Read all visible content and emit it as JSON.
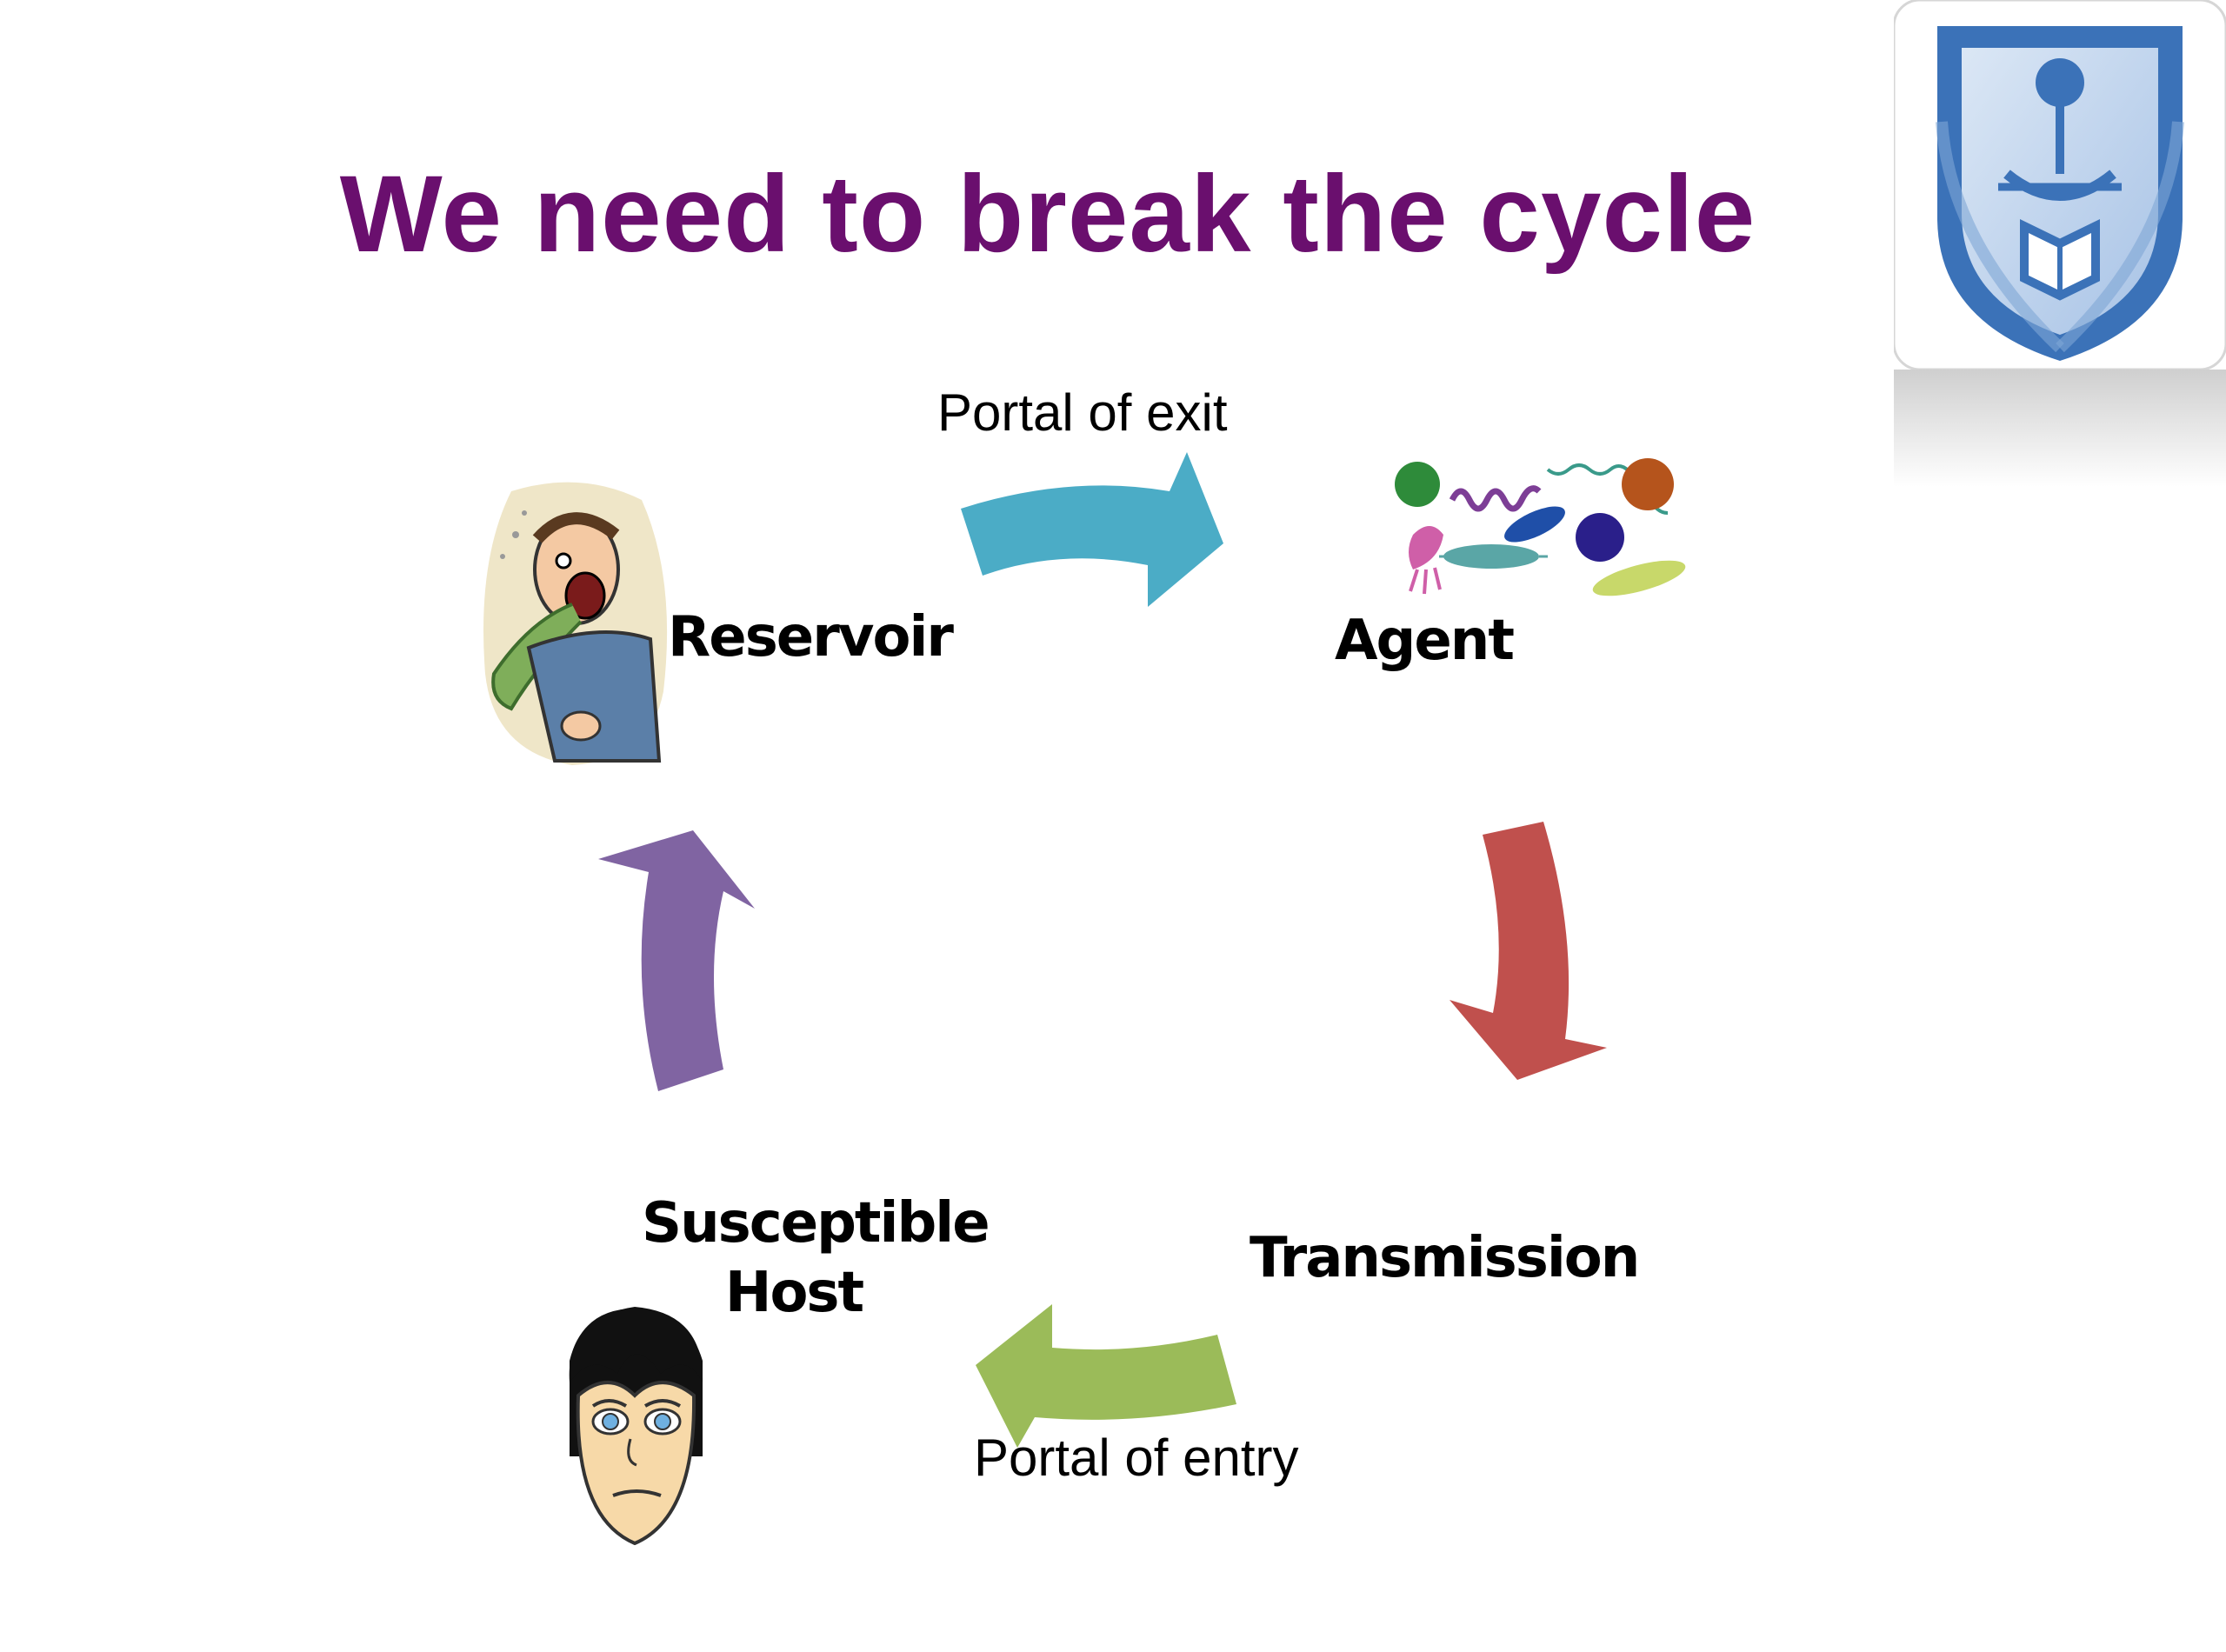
{
  "slide": {
    "title": "We need to break the cycle"
  },
  "cycle": {
    "nodes": {
      "reservoir": "Reservoir",
      "agent": "Agent",
      "transmission": "Transmission",
      "susceptible_host_line1": "Susceptible",
      "susceptible_host_line2": "Host"
    },
    "portals": {
      "exit": "Portal of exit",
      "entry": "Portal of entry"
    },
    "arrow_colors": {
      "reservoir_to_agent": "#4bacc6",
      "agent_to_transmission": "#c0504d",
      "transmission_to_host": "#9bbb59",
      "host_to_reservoir": "#8064a2"
    }
  },
  "colors": {
    "title": "#6a0f6e",
    "logo_blue": "#3b72b8"
  },
  "icons": {
    "reservoir_image": "vomiting-person-icon",
    "agent_image": "microbes-icon",
    "host_image": "worried-face-icon",
    "logo": "university-crest-icon"
  }
}
